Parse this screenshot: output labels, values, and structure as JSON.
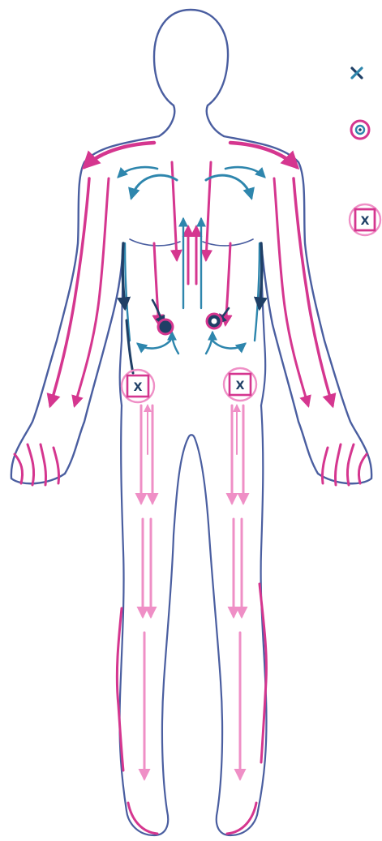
{
  "colors": {
    "pink": "#d5368f",
    "light_pink": "#ef8fc6",
    "blue": "#2e86ad",
    "dark_blue": "#1f3f66",
    "outline": "#4a5ea0",
    "paper": "#ffffff"
  },
  "legend": {
    "items": [
      {
        "symbol": "x-mark-icon"
      },
      {
        "symbol": "target-icon"
      },
      {
        "symbol": "boxed-x-icon",
        "label": "X"
      }
    ]
  },
  "figure": {
    "node_labels": {
      "left_groin": "X",
      "right_groin": "X"
    }
  }
}
